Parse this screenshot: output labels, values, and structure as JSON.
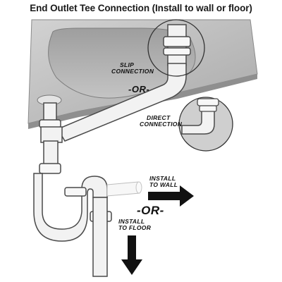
{
  "title": "End Outlet Tee Connection (Install to wall or floor)",
  "labels": {
    "slip_connection": [
      "SLIP",
      "CONNECTION"
    ],
    "or_top": "-OR-",
    "direct_connection": [
      "DIRECT",
      "CONNECTION"
    ],
    "install_to_wall": [
      "INSTALL",
      "TO WALL"
    ],
    "or_bottom": "-OR-",
    "install_to_floor": [
      "INSTALL",
      "TO FLOOR"
    ]
  },
  "colors": {
    "sink": "#b9b9b9",
    "pipe": "#f2f2f2",
    "outline": "#4a4a4a",
    "arrow": "#111111"
  }
}
